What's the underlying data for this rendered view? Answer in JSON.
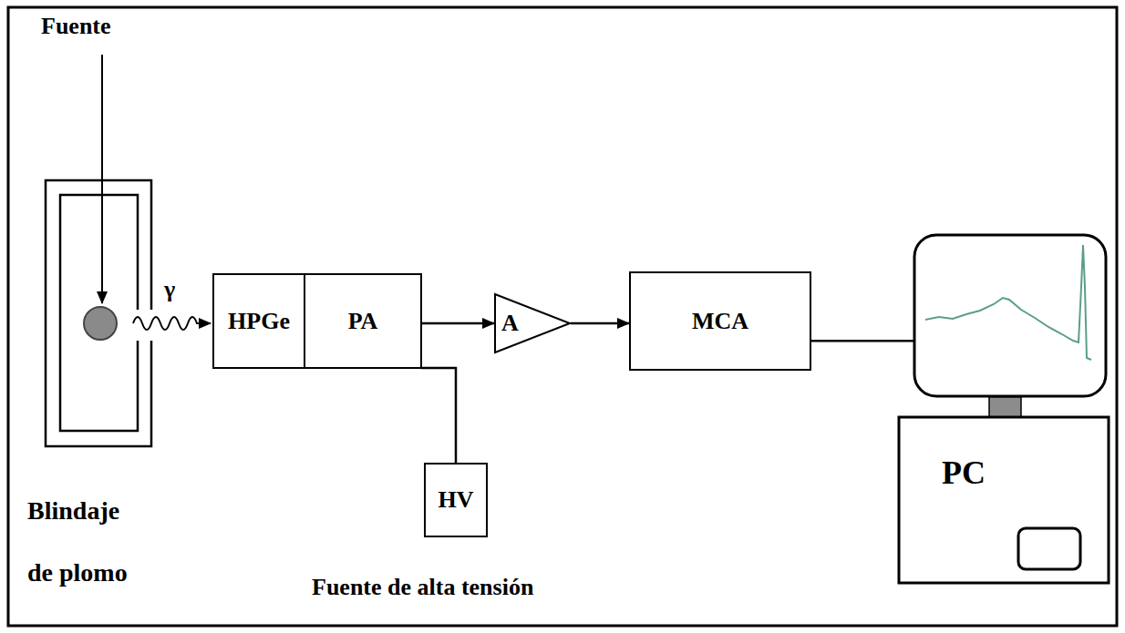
{
  "diagram": {
    "nodes": [
      {
        "text": [
          "HPGe"
        ]
      },
      {
        "text": [
          "PA"
        ]
      },
      {
        "text": [
          "A"
        ]
      },
      {
        "text": [
          "MCA"
        ]
      },
      {
        "text": [
          "HV"
        ]
      },
      {
        "text": [
          "PC"
        ]
      }
    ],
    "edges": [
      {
        "from": 1,
        "to": 2,
        "arrow": "to"
      },
      {
        "from": 2,
        "to": 3,
        "arrow": "to"
      },
      {
        "from": 3,
        "to": 5,
        "arrow": "none"
      },
      {
        "from": 1,
        "to": 4,
        "arrow": "none"
      }
    ],
    "labels": [
      "Fuente",
      "γ",
      "Blindaje de plomo",
      "Fuente de alta tensión"
    ]
  }
}
